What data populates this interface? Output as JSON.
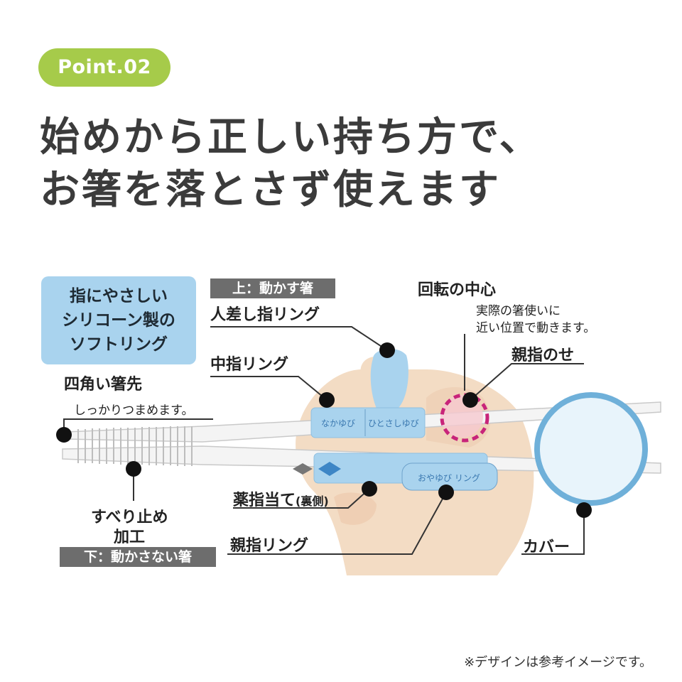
{
  "badge": "Point.02",
  "headline": {
    "line1": "始めから正しい持ち方で、",
    "line2": "お箸を落とさず使えます"
  },
  "feature_box": {
    "line1": "指にやさしい",
    "line2": "シリコーン製の",
    "line3": "ソフトリング"
  },
  "tags": {
    "upper": "上：動かす箸",
    "lower": "下：動かさない箸"
  },
  "labels": {
    "index_ring": "人差し指リング",
    "middle_ring": "中指リング",
    "square_tip": "四角い箸先",
    "square_tip_desc": "しっかりつまめます。",
    "anti_slip_1": "すべり止め",
    "anti_slip_2": "加工",
    "ring_finger_rest": "薬指当て",
    "ring_finger_rest_note": "(裏側)",
    "thumb_ring": "親指リング",
    "rotation_center": "回転の中心",
    "rotation_desc_1": "実際の箸使いに",
    "rotation_desc_2": "近い位置で動きます。",
    "thumb_rest": "親指のせ",
    "cover": "カバー"
  },
  "ring_texts": {
    "naka": "なかゆび",
    "hitosashi": "ひとさしゆび",
    "oya": "おやゆび リング"
  },
  "footnote": "※デザインは参考イメージです。",
  "colors": {
    "badge": "#a6cb4a",
    "ring_blue": "#a9d3ee",
    "skin": "#f3dcc4",
    "rotation_marker": "#c8247a",
    "tag_gray": "#6d6d6d"
  }
}
